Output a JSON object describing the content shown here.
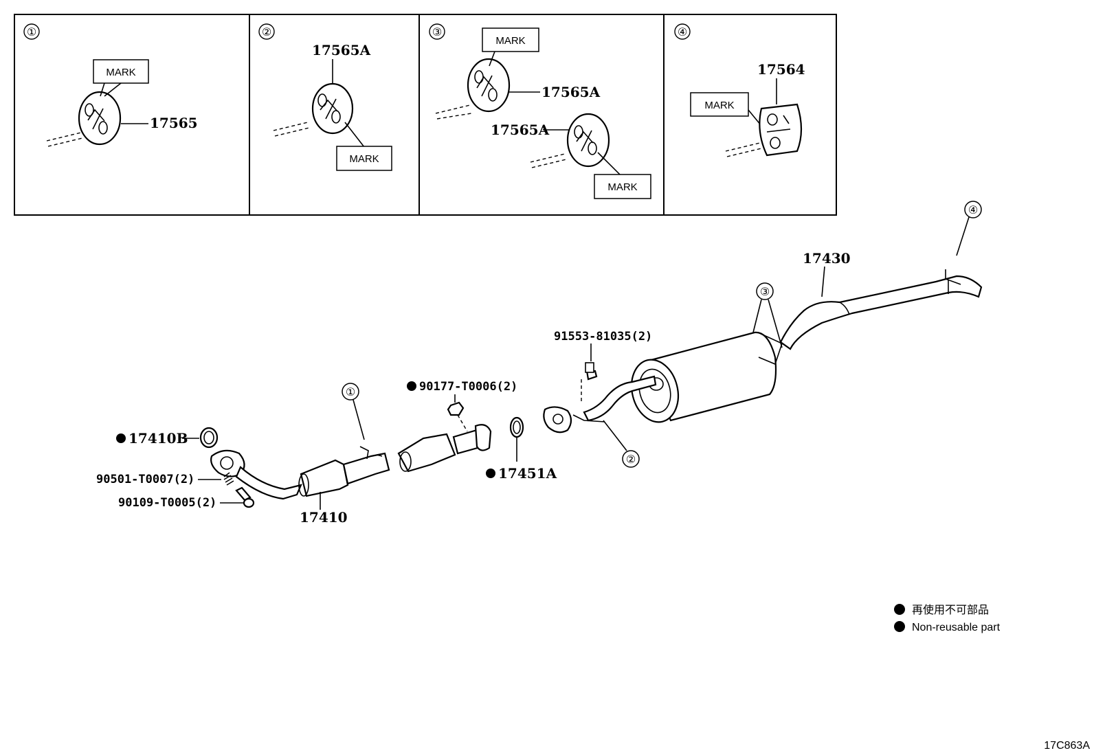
{
  "panels": [
    {
      "num": "①",
      "part": "17565",
      "mark": "MARK"
    },
    {
      "num": "②",
      "part": "17565A",
      "mark": "MARK"
    },
    {
      "num": "③",
      "part_top": "17565A",
      "part_bottom": "17565A",
      "mark_top": "MARK",
      "mark_bottom": "MARK"
    },
    {
      "num": "④",
      "part": "17564",
      "mark": "MARK"
    }
  ],
  "callouts": {
    "c1": "①",
    "c2": "②",
    "c3": "③",
    "c4": "④"
  },
  "parts": {
    "p17430": "17430",
    "p91553": "91553-81035(2)",
    "p90177": "90177-T0006(2)",
    "p17410B": "17410B",
    "p90501": "90501-T0007(2)",
    "p90109": "90109-T0005(2)",
    "p17410": "17410",
    "p17451A": "17451A"
  },
  "legend": {
    "jp": "再使用不可部品",
    "en": "Non-reusable part"
  },
  "diagram_code": "17C863A"
}
